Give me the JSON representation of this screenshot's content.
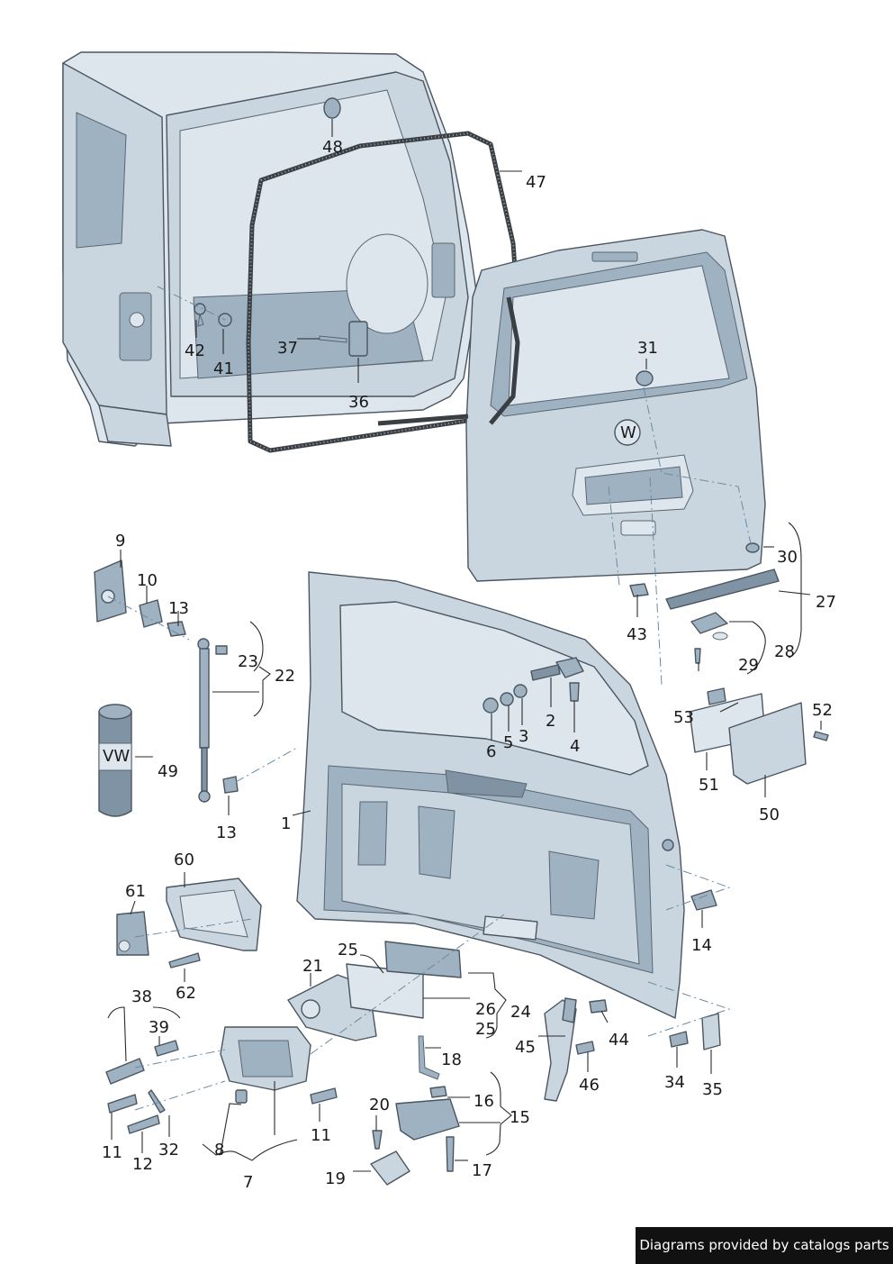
{
  "labels": {
    "p1": "1",
    "p2": "2",
    "p3": "3",
    "p4": "4",
    "p5": "5",
    "p6": "6",
    "p7": "7",
    "p8": "8",
    "p9": "9",
    "p10": "10",
    "p11a": "11",
    "p11b": "11",
    "p12": "12",
    "p13a": "13",
    "p13b": "13",
    "p14": "14",
    "p15": "15",
    "p16": "16",
    "p17": "17",
    "p18": "18",
    "p19": "19",
    "p20": "20",
    "p21": "21",
    "p22": "22",
    "p23": "23",
    "p24": "24",
    "p25a": "25",
    "p25b": "25",
    "p26": "26",
    "p27": "27",
    "p28": "28",
    "p29": "29",
    "p30": "30",
    "p31": "31",
    "p32": "32",
    "p34": "34",
    "p35": "35",
    "p36": "36",
    "p37": "37",
    "p38": "38",
    "p39": "39",
    "p41": "41",
    "p42": "42",
    "p43": "43",
    "p44": "44",
    "p45": "45",
    "p46": "46",
    "p47": "47",
    "p48": "48",
    "p49": "49",
    "p50": "50",
    "p51": "51",
    "p52": "52",
    "p53": "53",
    "p60": "60",
    "p61": "61",
    "p62": "62"
  },
  "credit": "Diagrams provided by catalogs parts",
  "colors": {
    "part_fill": "#c9d6e0",
    "part_dark": "#9fb2c2",
    "seal": "#3a3f44",
    "credit_bg": "#111111"
  }
}
